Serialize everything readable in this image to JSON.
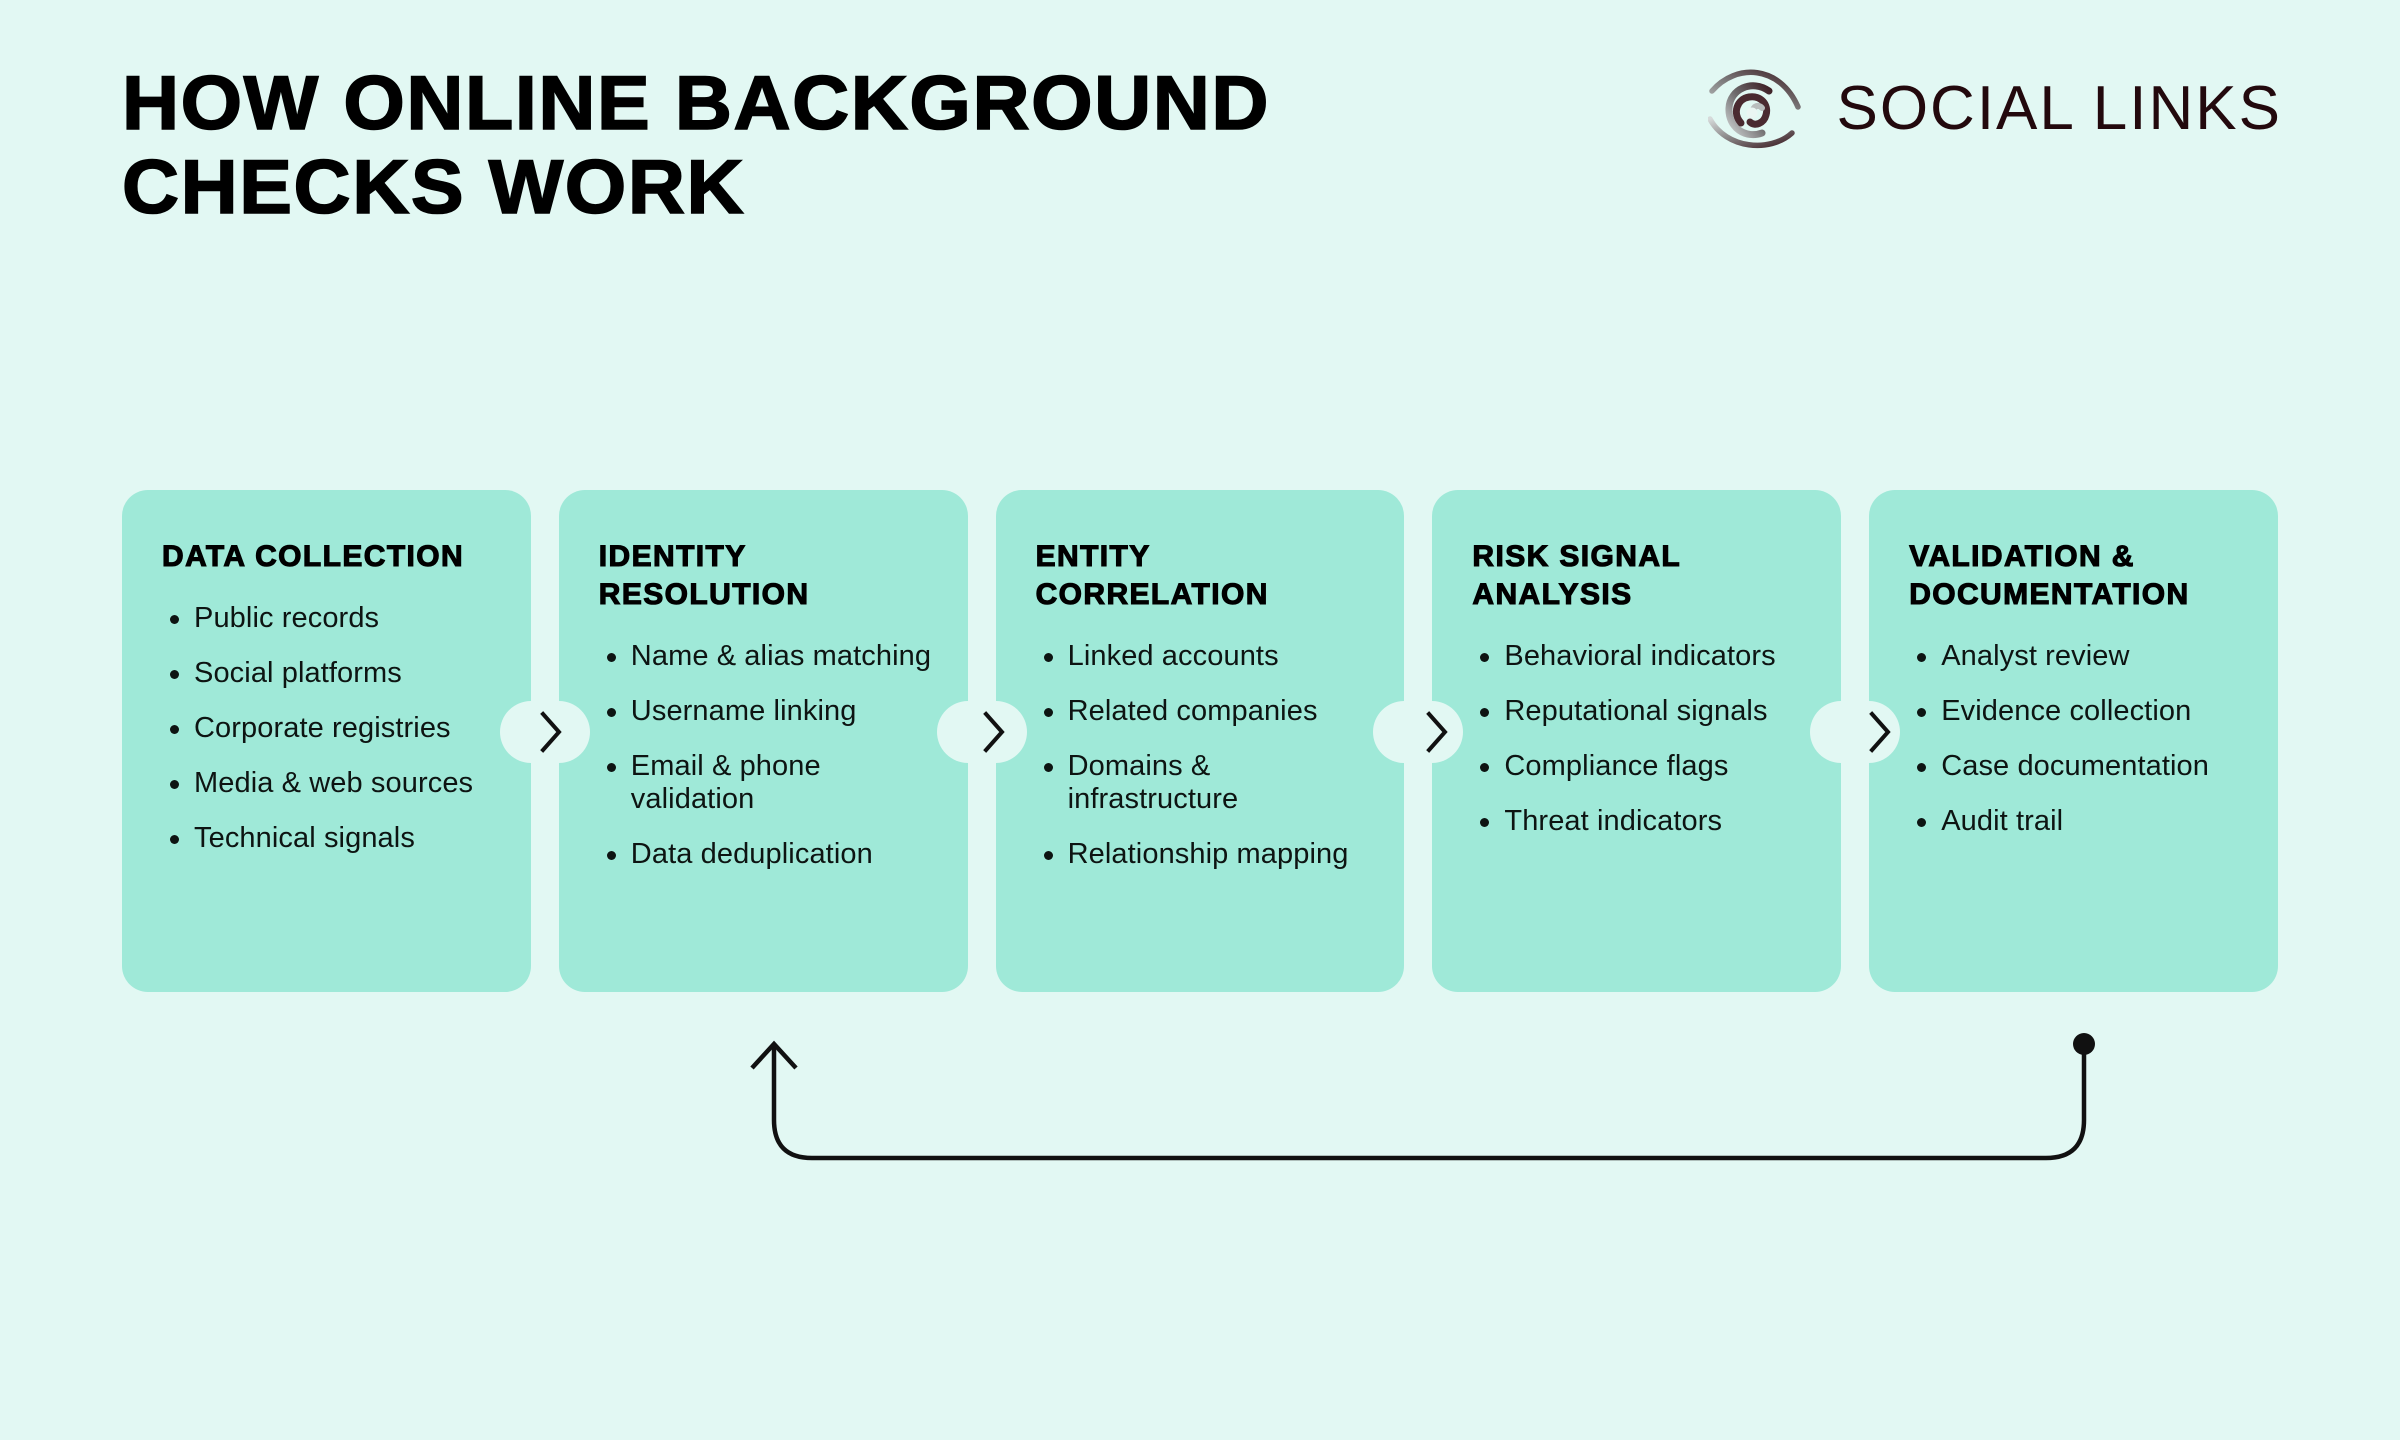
{
  "header": {
    "title_line1": "HOW ONLINE BACKGROUND",
    "title_line2": "CHECKS WORK",
    "brand_name": "SOCIAL LINKS",
    "brand_icon": "spiral-eye-icon"
  },
  "colors": {
    "background": "#e2f8f3",
    "card": "#9fe9d8",
    "text": "#0d1412",
    "heading": "#000000",
    "brand_text": "#23090d",
    "connector_stroke": "#111111",
    "loop_stroke": "#111111"
  },
  "flow": {
    "connector_icon": "chevron-right-icon",
    "steps": [
      {
        "index": 1,
        "title": "DATA COLLECTION",
        "bullets": [
          "Public records",
          "Social platforms",
          "Corporate registries",
          "Media & web sources",
          "Technical signals"
        ]
      },
      {
        "index": 2,
        "title": "IDENTITY RESOLUTION",
        "bullets": [
          "Name & alias matching",
          "Username linking",
          "Email & phone validation",
          "Data deduplication"
        ]
      },
      {
        "index": 3,
        "title": "ENTITY CORRELATION",
        "bullets": [
          "Linked accounts",
          "Related companies",
          "Domains & infrastructure",
          "Relationship mapping"
        ]
      },
      {
        "index": 4,
        "title": "RISK SIGNAL ANALYSIS",
        "bullets": [
          "Behavioral indicators",
          "Reputational signals",
          "Compliance flags",
          "Threat indicators"
        ]
      },
      {
        "index": 5,
        "title": "VALIDATION & DOCUMENTATION",
        "bullets": [
          "Analyst review",
          "Evidence collection",
          "Case documentation",
          "Audit trail"
        ]
      }
    ],
    "feedback_loop": {
      "name": "feedback-loop-arrow",
      "from_step": 5,
      "to_step": 2,
      "start_marker": "dot",
      "end_marker": "arrowhead"
    }
  }
}
